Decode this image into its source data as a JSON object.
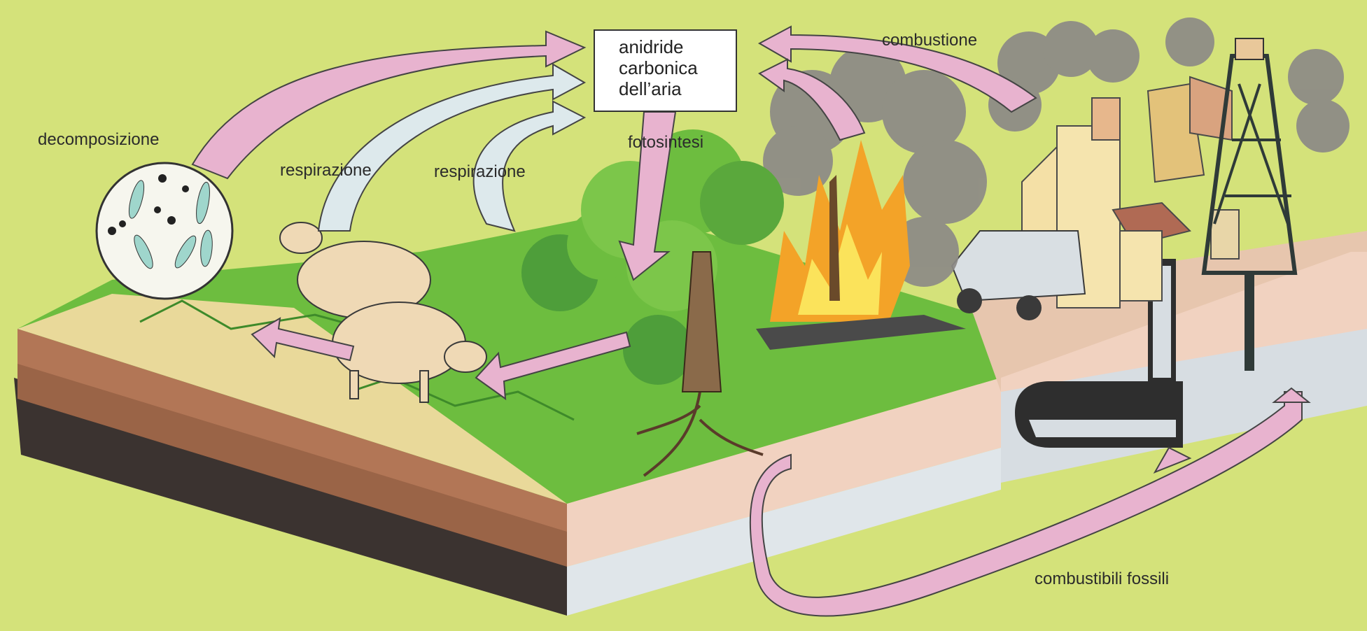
{
  "diagram": {
    "center_box": {
      "lines": [
        "anidride",
        "carbonica",
        "dell’aria"
      ]
    },
    "labels": {
      "decomposition": "decomposizione",
      "respiration_animals": "respirazione",
      "respiration_plants": "respirazione",
      "photosynthesis": "fotosintesi",
      "combustion": "combustione",
      "fossil_fuels": "combustibili fossili"
    }
  },
  "colors": {
    "background": "#d4e27a",
    "arrow_pink": "#e8b3cf",
    "arrow_light_blue": "#dde9ec",
    "grass": "#6dbd3f",
    "soil_top": "#f1d2c0",
    "soil_mid": "#9a6447",
    "soil_dark": "#3b3330",
    "bedrock": "#e0e6ea",
    "fire": "#f3a328",
    "smoke": "#8c8a86"
  }
}
